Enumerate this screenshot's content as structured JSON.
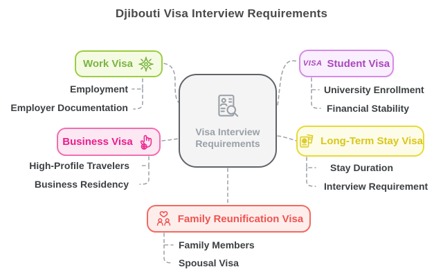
{
  "title": "Djibouti Visa Interview Requirements",
  "center": {
    "line1": "Visa Interview",
    "line2": "Requirements",
    "icon": "document-search-icon"
  },
  "branches": {
    "work": {
      "label": "Work Visa",
      "icon": "sparkle-star-icon",
      "accent": "#7cb342",
      "border": "#9ccc3f",
      "bg": "#f4fbe2",
      "items": [
        "Employment",
        "Employer Documentation"
      ]
    },
    "student": {
      "label": "Student Visa",
      "icon": "visa-wordmark-icon",
      "visa_mark": "VISA",
      "accent": "#ab47bc",
      "border": "#d48be6",
      "bg": "#f9effe",
      "items": [
        "University Enrollment",
        "Financial Stability"
      ]
    },
    "business": {
      "label": "Business Visa",
      "icon": "hand-click-globe-icon",
      "accent": "#e91e8c",
      "border": "#f06eb0",
      "bg": "#fce8f3",
      "items": [
        "High-Profile Travelers",
        "Business Residency"
      ]
    },
    "longterm": {
      "label": "Long-Term Stay Visa",
      "icon": "passport-ticket-icon",
      "accent": "#d9c71b",
      "border": "#e7da35",
      "bg": "#fdfce9",
      "items": [
        "Stay Duration",
        "Interview Requirement"
      ]
    },
    "family": {
      "label": "Family Reunification Visa",
      "icon": "family-heart-icon",
      "accent": "#ef5350",
      "border": "#f2695f",
      "bg": "#fdeeec",
      "items": [
        "Family Members",
        "Spousal Visa"
      ]
    }
  },
  "connector_color": "#a0a5ab",
  "title_color": "#4a4a4a",
  "leaf_text_color": "#3c4043"
}
